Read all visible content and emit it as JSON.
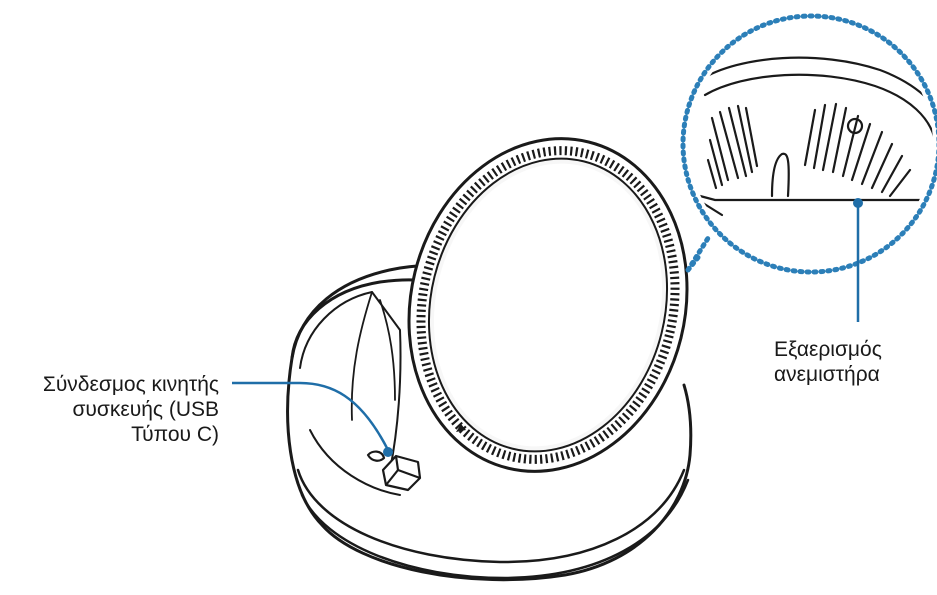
{
  "labels": {
    "connector": [
      "Σύνδεσμος κινητής",
      "συσκευής (USB",
      "Τύπου C)"
    ],
    "vent": [
      "Εξαερισμός",
      "ανεμιστήρα"
    ]
  },
  "colors": {
    "outline": "#1a1a1a",
    "callout": "#1f6ea8",
    "zoom_ring": "#2c7fb8"
  }
}
